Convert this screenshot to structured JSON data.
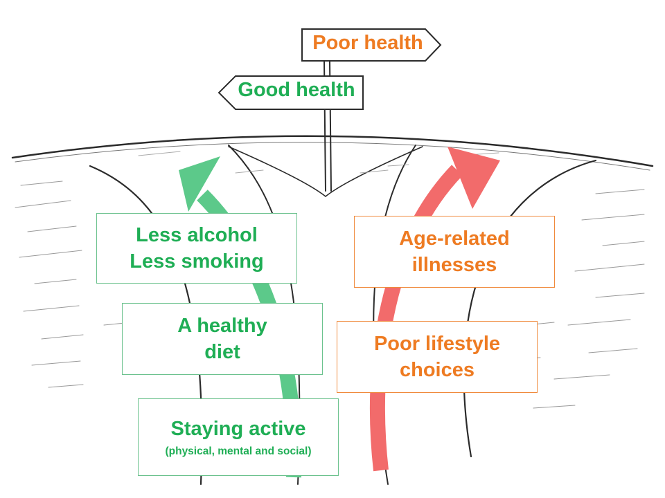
{
  "signpost": {
    "poor": {
      "label": "Poor health",
      "color": "#ee7b22"
    },
    "good": {
      "label": "Good health",
      "color": "#1fae55"
    }
  },
  "factors": {
    "green": [
      {
        "lines": [
          "Less alcohol",
          "Less smoking"
        ]
      },
      {
        "lines": [
          "A healthy",
          "diet"
        ]
      },
      {
        "lines": [
          "Staying active"
        ],
        "note": "(physical, mental and social)"
      }
    ],
    "orange": [
      {
        "lines": [
          "Age-related",
          "illnesses"
        ]
      },
      {
        "lines": [
          "Poor lifestyle",
          "choices"
        ]
      }
    ]
  },
  "arrows": {
    "good_path_color": "#5cc98a",
    "poor_path_color": "#f26b6b"
  }
}
